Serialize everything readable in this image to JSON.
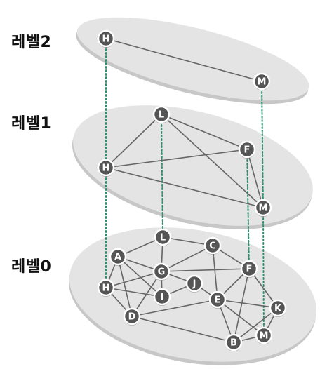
{
  "levels": [
    {
      "label": "레벨2",
      "nodes": [
        "H",
        "M"
      ]
    },
    {
      "label": "레벨1",
      "nodes": [
        "L",
        "F",
        "H",
        "M"
      ]
    },
    {
      "label": "레벨0",
      "nodes": [
        "A",
        "L",
        "C",
        "G",
        "F",
        "H",
        "J",
        "I",
        "E",
        "D",
        "K",
        "M",
        "B"
      ]
    }
  ],
  "edges": {
    "level2": [
      [
        "H",
        "M"
      ]
    ],
    "level1": [
      [
        "L",
        "H"
      ],
      [
        "L",
        "F"
      ],
      [
        "L",
        "M"
      ],
      [
        "H",
        "F"
      ],
      [
        "H",
        "M"
      ],
      [
        "F",
        "M"
      ]
    ],
    "level0": [
      [
        "A",
        "L"
      ],
      [
        "A",
        "G"
      ],
      [
        "A",
        "H"
      ],
      [
        "A",
        "I"
      ],
      [
        "A",
        "D"
      ],
      [
        "L",
        "C"
      ],
      [
        "L",
        "G"
      ],
      [
        "C",
        "G"
      ],
      [
        "C",
        "F"
      ],
      [
        "C",
        "E"
      ],
      [
        "G",
        "J"
      ],
      [
        "G",
        "I"
      ],
      [
        "G",
        "D"
      ],
      [
        "G",
        "F"
      ],
      [
        "G",
        "H"
      ],
      [
        "H",
        "I"
      ],
      [
        "H",
        "D"
      ],
      [
        "I",
        "J"
      ],
      [
        "J",
        "E"
      ],
      [
        "F",
        "E"
      ],
      [
        "F",
        "K"
      ],
      [
        "F",
        "B"
      ],
      [
        "E",
        "K"
      ],
      [
        "E",
        "B"
      ],
      [
        "E",
        "M"
      ],
      [
        "D",
        "E"
      ],
      [
        "D",
        "B"
      ],
      [
        "K",
        "M"
      ],
      [
        "K",
        "B"
      ],
      [
        "B",
        "M"
      ]
    ]
  },
  "vertical_links": [
    "H",
    "L",
    "F",
    "M"
  ],
  "colors": {
    "plane_fill": "#e4e4e4",
    "plane_shadow": "#c7c7c7",
    "node_fill": "#555555",
    "node_stroke": "#ffffff",
    "node_text": "#ffffff",
    "edge": "#666666",
    "link": "#2a8f6a"
  }
}
